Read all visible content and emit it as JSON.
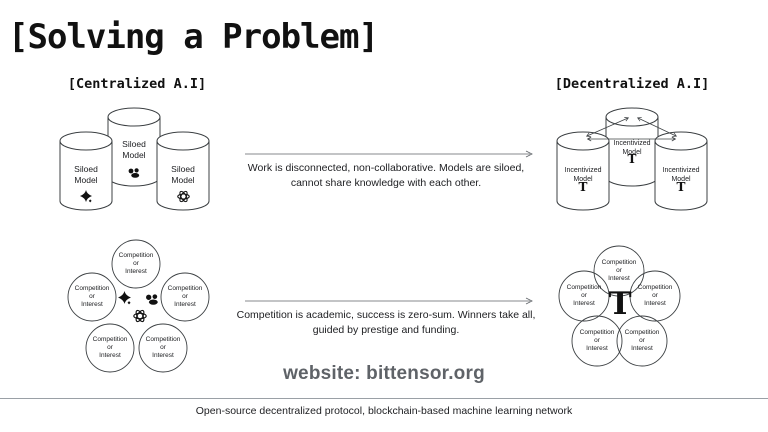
{
  "slide": {
    "title": "[Solving a Problem]",
    "left_section_label": "[Centralized A.I]",
    "right_section_label": "[Decentralized A.I]",
    "website": "website: bittensor.org",
    "footer": "Open-source decentralized protocol, blockchain-based machine learning network"
  },
  "centralized": {
    "cylinder_label": "Siloed\nModel",
    "circle_label": "Competition\nor\nInterest",
    "center_icons": [
      "sparkle-ai-icon",
      "blob-ai-icon",
      "knot-ai-icon"
    ]
  },
  "decentralized": {
    "cylinder_label": "Incentivized\nModel",
    "circle_label": "Competition\nor\nInterest",
    "tau_symbol": "T"
  },
  "rows": {
    "row1_text": "Work is disconnected, non-collaborative. Models are siloed, cannot share knowledge with each other.",
    "row2_text": "Competition is academic, success is zero-sum. Winners take all, guided by prestige and funding."
  },
  "colors": {
    "stroke": "#3c4043",
    "text": "#202124",
    "muted_gray": "#5f6368",
    "divider": "#9aa0a6"
  }
}
